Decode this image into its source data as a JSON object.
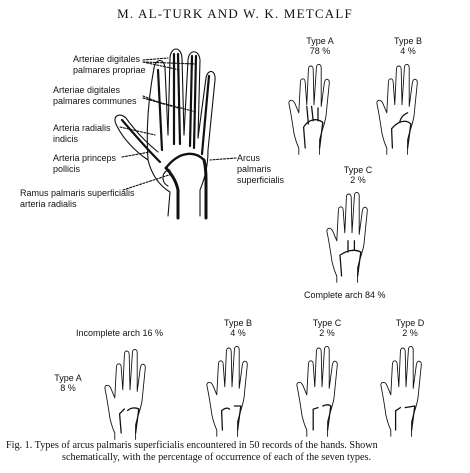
{
  "header": "M. AL-TURK AND W. K. METCALF",
  "anatomy_labels": {
    "propriae_1": "Arteriae digitales",
    "propriae_2": "palmares propriae",
    "communes_1": "Arteriae digitales",
    "communes_2": "palmares communes",
    "radialis_1": "Arteria radialis",
    "radialis_2": "indicis",
    "princeps_1": "Arteria princeps",
    "princeps_2": "pollicis",
    "ramus_1": "Ramus palmaris superficialis",
    "ramus_2": "arteria radialis",
    "arcus_1": "Arcus",
    "arcus_2": "palmaris",
    "arcus_3": "superficialis"
  },
  "complete": {
    "typeA_name": "Type A",
    "typeA_pct": "78 %",
    "typeB_name": "Type B",
    "typeB_pct": "4 %",
    "typeC_name": "Type C",
    "typeC_pct": "2 %",
    "total": "Complete arch 84 %"
  },
  "incomplete": {
    "total": "Incomplete arch 16 %",
    "typeA_name": "Type A",
    "typeA_pct": "8 %",
    "typeB_name": "Type B",
    "typeB_pct": "4 %",
    "typeC_name": "Type C",
    "typeC_pct": "2 %",
    "typeD_name": "Type D",
    "typeD_pct": "2 %"
  },
  "caption": {
    "line1": "Fig. 1. Types of arcus palmaris superficialis encountered in 50 records of the hands. Shown",
    "line2": "schematically, with the percentage of occurrence of each of the seven types."
  }
}
